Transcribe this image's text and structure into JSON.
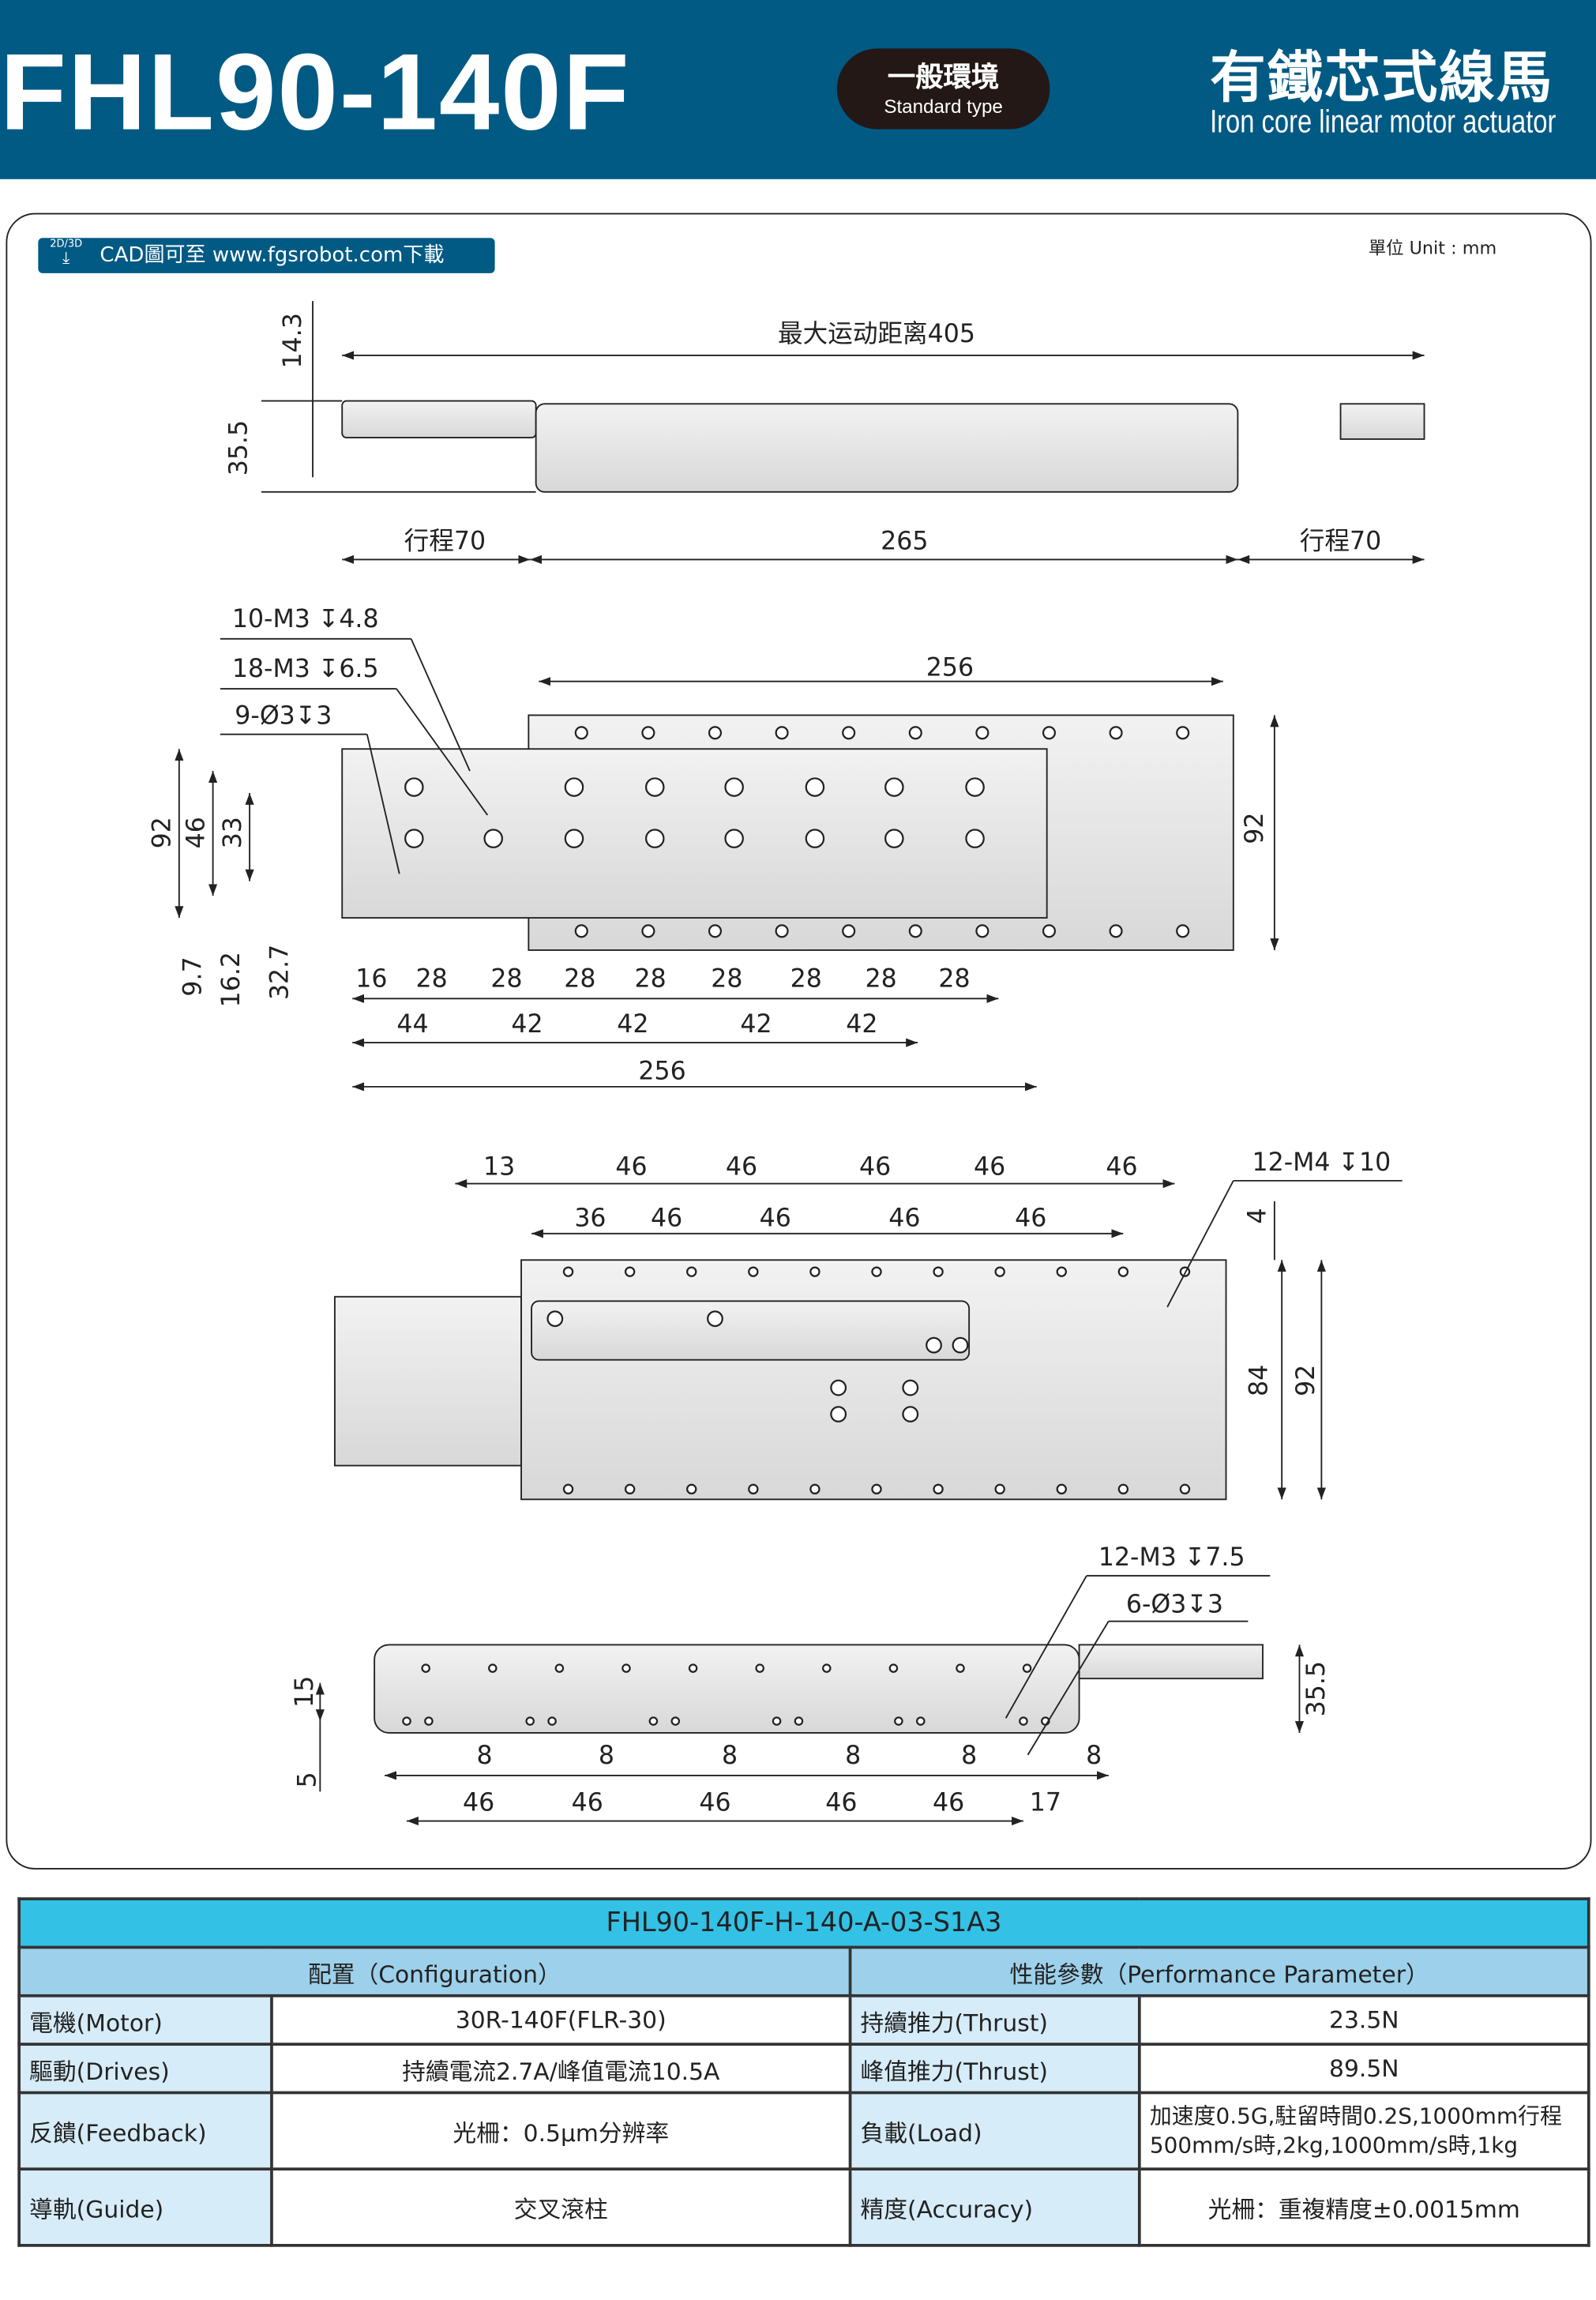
{
  "header": {
    "model": "FHL90-140F",
    "env_zh": "一般環境",
    "env_en": "Standard type",
    "title_zh": "有鐵芯式線馬",
    "title_en": "Iron core linear motor actuator"
  },
  "cad_banner": {
    "badge": "2D/3D",
    "text": "CAD圖可至 www.fgsrobot.com下載"
  },
  "unit": "單位 Unit : mm",
  "colors": {
    "brand": "#005a84",
    "table_title": "#33c1e6",
    "table_head": "#9dd0ea",
    "label_cell": "#d6ecf8"
  },
  "view_side": {
    "max_travel": "最大运动距离405",
    "h1": "14.3",
    "h2": "35.5",
    "stroke_left": "行程70",
    "body": "265",
    "stroke_right": "行程70"
  },
  "view_top": {
    "callouts": [
      "10-M3 ↧4.8",
      "18-M3 ↧6.5",
      "9-Ø3↧3"
    ],
    "top_width": "256",
    "left_dims": [
      "92",
      "46",
      "33"
    ],
    "right_dim": "92",
    "bottom_offsets": [
      "9.7",
      "16.2",
      "32.7"
    ],
    "row1": [
      "16",
      "28",
      "28",
      "28",
      "28",
      "28",
      "28",
      "28",
      "28"
    ],
    "row2": [
      "44",
      "42",
      "42",
      "42",
      "42"
    ],
    "overall": "256"
  },
  "view_bottom": {
    "row1": [
      "13",
      "46",
      "46",
      "46",
      "46",
      "46"
    ],
    "row2": [
      "36",
      "46",
      "46",
      "46",
      "46"
    ],
    "callout": "12-M4 ↧10",
    "right_dims": [
      "4",
      "84",
      "92"
    ]
  },
  "view_front": {
    "callouts": [
      "12-M3 ↧7.5",
      "6-Ø3↧3"
    ],
    "left_dims": [
      "15",
      "5"
    ],
    "right_dim": "35.5",
    "row1": [
      "8",
      "8",
      "8",
      "8",
      "8",
      "8"
    ],
    "row2": [
      "46",
      "46",
      "46",
      "46",
      "46",
      "17"
    ]
  },
  "spec": {
    "title": "FHL90-140F-H-140-A-03-S1A3",
    "config_header": "配置（Configuration）",
    "perf_header": "性能參數（Performance Parameter）",
    "rows": [
      {
        "label": "電機(Motor)",
        "value": "30R-140F(FLR-30)",
        "plabel": "持續推力(Thrust)",
        "pvalue": "23.5N"
      },
      {
        "label": "驅動(Drives)",
        "value": "持續電流2.7A/峰值電流10.5A",
        "plabel": "峰值推力(Thrust)",
        "pvalue": "89.5N"
      },
      {
        "label": "反饋(Feedback)",
        "value": "光柵：0.5μm分辨率",
        "plabel": "負載(Load)",
        "pvalue": "加速度0.5G,駐留時間0.2S,1000mm行程 500mm/s時,2kg,1000mm/s時,1kg"
      },
      {
        "label": "導軌(Guide)",
        "value": "交叉滾柱",
        "plabel": "精度(Accuracy)",
        "pvalue": "光柵：重複精度±0.0015mm"
      }
    ]
  }
}
